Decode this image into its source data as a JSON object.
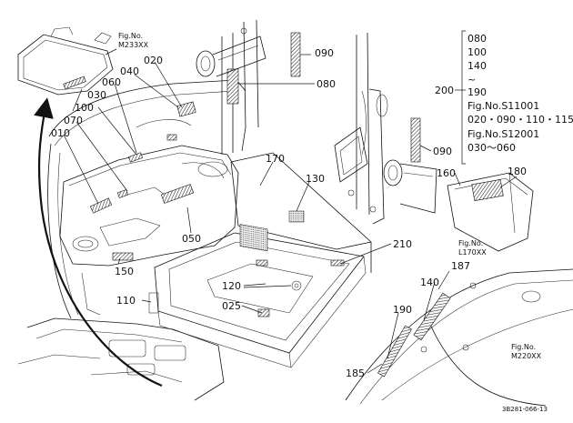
{
  "figure_code": "3B281-066-13",
  "fig_refs": [
    {
      "id": "m233",
      "line1": "Fig.No.",
      "line2": "M233XX"
    },
    {
      "id": "l170",
      "line1": "Fig.No.",
      "line2": "L170XX"
    },
    {
      "id": "m220",
      "line1": "Fig.No.",
      "line2": "M220XX"
    }
  ],
  "callouts": {
    "c010": "010",
    "c020": "020",
    "c025": "025",
    "c030": "030",
    "c040": "040",
    "c050": "050",
    "c060": "060",
    "c070": "070",
    "c080": "080",
    "c090a": "090",
    "c090b": "090",
    "c100": "100",
    "c110": "110",
    "c120": "120",
    "c130": "130",
    "c140": "140",
    "c150": "150",
    "c160": "160",
    "c170": "170",
    "c180": "180",
    "c185": "185",
    "c187": "187",
    "c190": "190",
    "c200": "200",
    "c210": "210"
  },
  "bracket_list": {
    "items": [
      "080",
      "100",
      "140",
      "~",
      "190"
    ],
    "group1_title": "Fig.No.S11001",
    "group1_items": "020・090・110・115",
    "group2_title": "Fig.No.S12001",
    "group2_items": "030～060"
  }
}
